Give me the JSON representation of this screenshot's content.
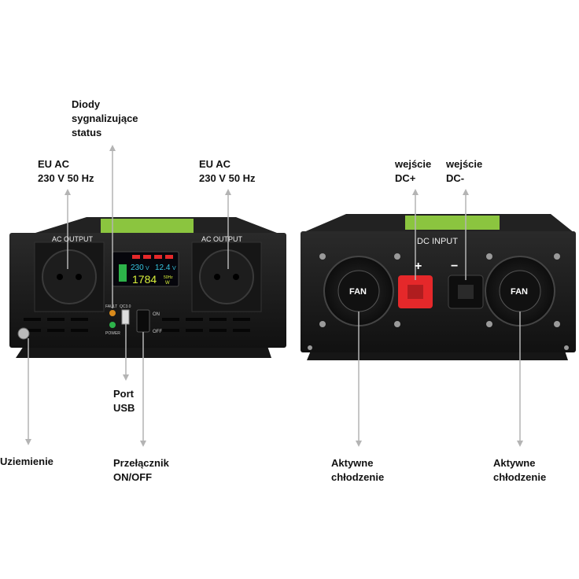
{
  "labels": {
    "diody": "Diody\nsygnalizujące\nstatus",
    "eu_ac_left": "EU AC\n230 V 50 Hz",
    "eu_ac_right": "EU AC\n230 V 50 Hz",
    "dc_plus": "wejście\nDC+",
    "dc_minus": "wejście\nDC-",
    "port_usb": "Port\nUSB",
    "uziemienie": "Uziemienie",
    "przelacznik": "Przełącznik\nON/OFF",
    "chlodzenie_left": "Aktywne\nchłodzenie",
    "chlodzenie_right": "Aktywne\nchłodzenie"
  },
  "device_front": {
    "ac_output_left": "AC OUTPUT",
    "ac_output_right": "AC OUTPUT",
    "fault": "FAULT",
    "qc": "QC3.0",
    "power": "POWER",
    "on": "ON",
    "off": "OFF",
    "display": {
      "voltage_out": "230",
      "voltage_out_unit": "V",
      "voltage_in": "12.4",
      "voltage_in_unit": "V",
      "power": "1784",
      "power_unit": "W",
      "freq": "50Hz"
    }
  },
  "device_back": {
    "dc_input": "DC INPUT",
    "plus": "+",
    "minus": "−",
    "fan_left": "FAN",
    "fan_right": "FAN"
  },
  "colors": {
    "accent_green": "#8bc53f",
    "body_dark": "#1c1c1c",
    "terminal_red": "#e5282a"
  }
}
